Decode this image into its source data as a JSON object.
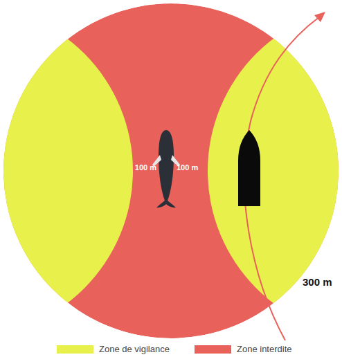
{
  "diagram": {
    "labels": [
      "100 m",
      "100 m",
      "300 m"
    ],
    "legend": [
      {
        "text": "Zone de vigilance",
        "color": "#e8f04b"
      },
      {
        "text": "Zone interdite",
        "color": "#e9615b"
      }
    ]
  }
}
